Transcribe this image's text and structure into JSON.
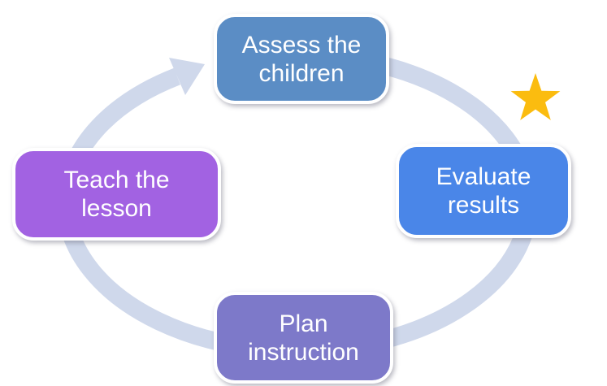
{
  "diagram": {
    "type": "cycle",
    "direction": "clockwise",
    "cycle_arrow": {
      "color": "#CFD8EB",
      "description": "elliptical clockwise arrow looping behind all four nodes, arrowhead at upper-left pointing toward the top node"
    },
    "star": {
      "color": "#FBBC0F",
      "description": "gold five-point star marker at top right, next to the Evaluate results node"
    },
    "nodes": [
      {
        "label": "Assess the children",
        "lines": [
          "Assess the",
          "children"
        ],
        "color": "#5B8DC5",
        "text_color": "#FFFFFF",
        "position": "top"
      },
      {
        "label": "Evaluate results",
        "lines": [
          "Evaluate",
          "results"
        ],
        "color": "#4A86E8",
        "text_color": "#FFFFFF",
        "position": "right"
      },
      {
        "label": "Plan instruction",
        "lines": [
          "Plan",
          "instruction"
        ],
        "color": "#7D79C9",
        "text_color": "#FFFFFF",
        "position": "bottom"
      },
      {
        "label": "Teach the lesson",
        "lines": [
          "Teach the",
          "lesson"
        ],
        "color": "#A262E2",
        "text_color": "#FFFFFF",
        "position": "left"
      }
    ]
  }
}
